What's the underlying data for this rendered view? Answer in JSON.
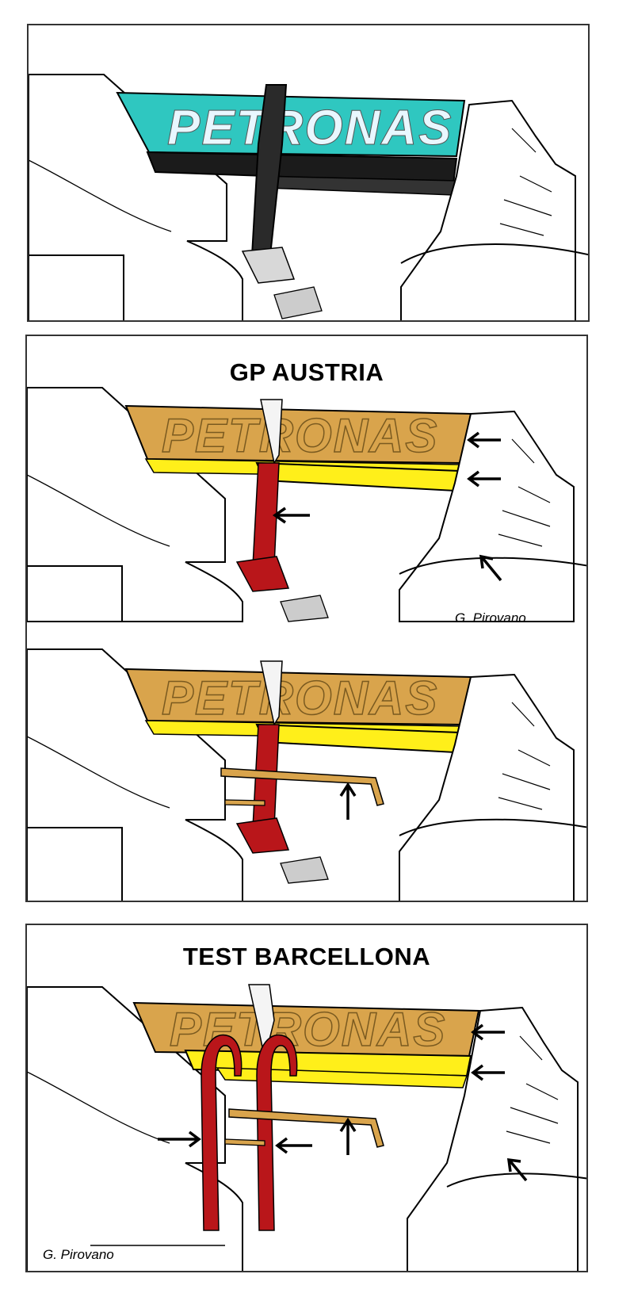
{
  "panels": [
    {
      "id": "original",
      "title": ""
    },
    {
      "id": "gp-austria",
      "title": "GP AUSTRIA",
      "credit": "G. Pirovano"
    },
    {
      "id": "test-barcellona",
      "title": "TEST BARCELLONA",
      "credit": "G. Pirovano"
    }
  ],
  "wing_text": "PETRONAS",
  "colors": {
    "teal": "#2fc7c0",
    "orange": "#d9a44c",
    "yellow": "#ffef1a",
    "red": "#b9161a",
    "line": "#000000",
    "dark": "#222222"
  },
  "icons": [
    "arrow-icon"
  ]
}
